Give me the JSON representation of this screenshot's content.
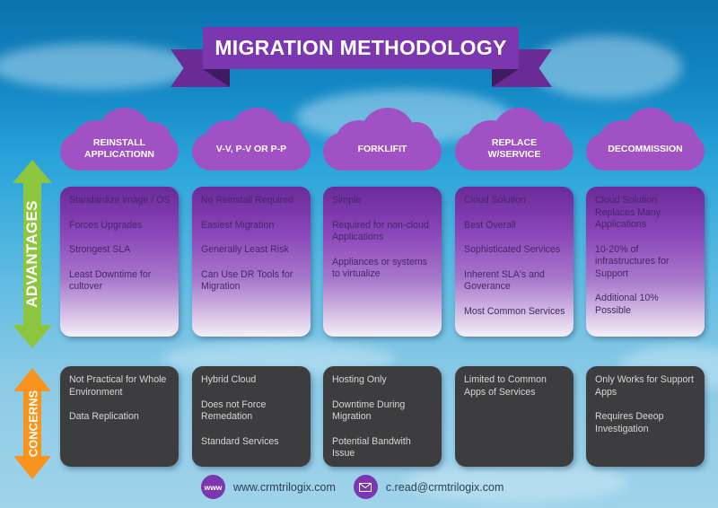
{
  "title": "MIGRATION METHODOLOGY",
  "colors": {
    "ribbon": "#7b36b0",
    "cloud": "#a052c4",
    "advantages_arrow": "#8cc63f",
    "concerns_arrow": "#f7941d",
    "concern_card": "#3d3d3f"
  },
  "side_labels": {
    "advantages": "ADVANTAGES",
    "concerns": "CONCERNS"
  },
  "columns": [
    {
      "heading": "REINSTALL APPLICATIONN",
      "advantages": [
        "Standardize image / OS",
        "Forces Upgrades",
        "Strongest SLA",
        "Least Downtime for cultover"
      ],
      "concerns": [
        "Not Practical for Whole Environment",
        "Data Replication"
      ]
    },
    {
      "heading": "V-V, P-V OR P-P",
      "advantages": [
        "No Reinstall Required",
        "Easiest Migration",
        "Generally Least Risk",
        "Can Use DR Tools for Migration"
      ],
      "concerns": [
        "Hybrid Cloud",
        "Does not Force Remedation",
        "Standard Services"
      ]
    },
    {
      "heading": "FORKLIFIT",
      "advantages": [
        "Simple",
        "Required for non-cloud Applications",
        "Appliances or systems to virtualize"
      ],
      "concerns": [
        "Hosting Only",
        "Downtime During Migration",
        "Potential Bandwith Issue"
      ]
    },
    {
      "heading": "REPLACE W/SERVICE",
      "advantages": [
        "Cloud Solution",
        "Best Overall",
        "Sophisticated Services",
        "Inherent SLA's and Goverance",
        "Most Common Services"
      ],
      "concerns": [
        "Limited to Common Apps of Services"
      ]
    },
    {
      "heading": "DECOMMISSION",
      "advantages": [
        "Cloud Solution Replaces Many Applications",
        "10-20% of infrastructures for Support",
        "Additional 10% Possible"
      ],
      "concerns": [
        "Only Works for Support Apps",
        "Requires Deeop Investigation"
      ]
    }
  ],
  "footer": {
    "web_icon_text": "www",
    "website": "www.crmtrilogix.com",
    "email_icon": "envelope-icon",
    "email": "c.read@crmtrilogix.com"
  }
}
